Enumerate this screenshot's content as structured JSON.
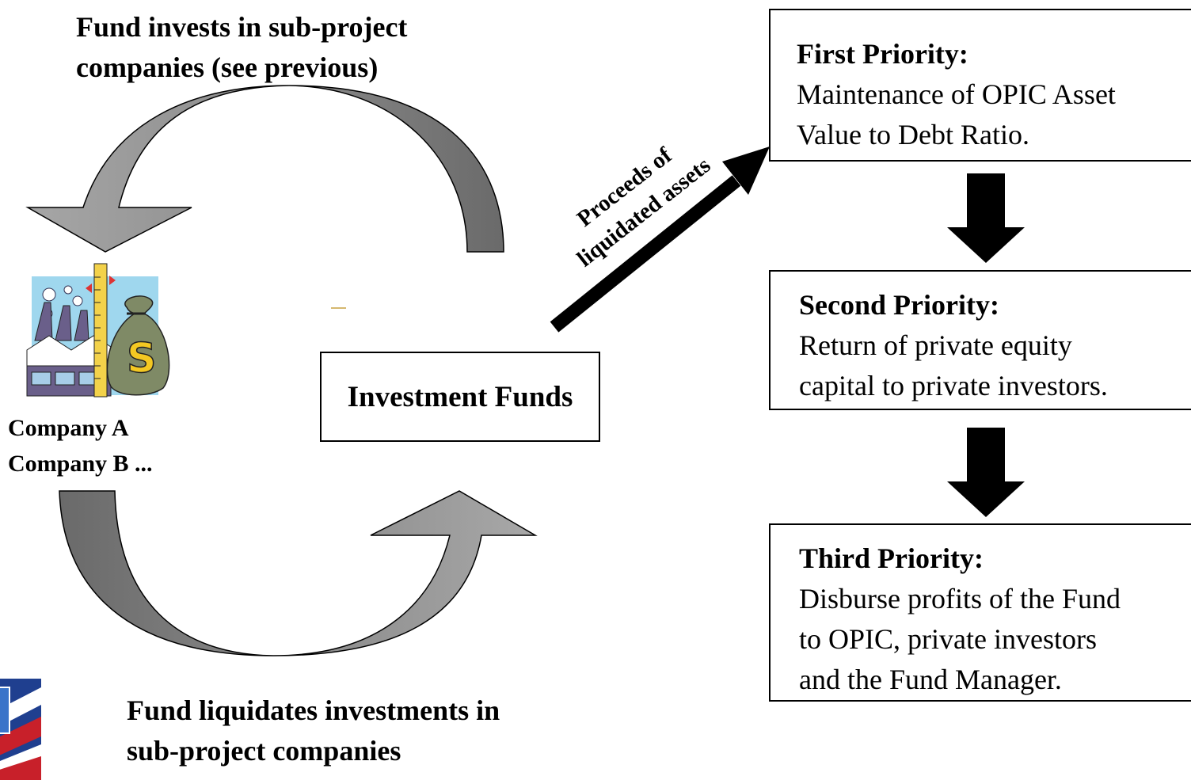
{
  "top_label": [
    "Fund invests in sub-project",
    "companies (see previous)"
  ],
  "bottom_label": [
    "Fund liquidates investments in",
    "sub-project companies"
  ],
  "companies": [
    "Company A",
    "Company B ..."
  ],
  "center_box": "Investment Funds",
  "proceeds_label": [
    "Proceeds of",
    "liquidated assets"
  ],
  "priorities": [
    {
      "title": "First Priority:",
      "lines": [
        "Maintenance of OPIC Asset",
        "Value to Debt Ratio."
      ]
    },
    {
      "title": "Second Priority:",
      "lines": [
        "Return of private equity",
        "capital to private investors."
      ]
    },
    {
      "title": "Third Priority:",
      "lines": [
        "Disburse profits of the Fund",
        "to OPIC, private investors",
        "and the Fund Manager."
      ]
    }
  ],
  "icons": [
    "factory-money-clipart-icon",
    "opic-flag-logo-icon"
  ],
  "colors": {
    "arrow_dark": "#6e6e6e",
    "arrow_light": "#9a9a9a",
    "arrow_black": "#000000"
  }
}
